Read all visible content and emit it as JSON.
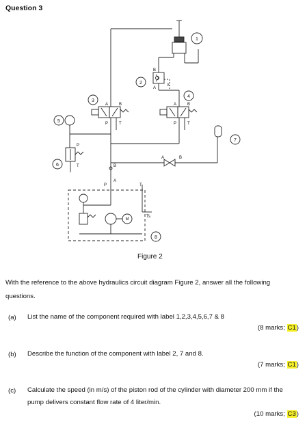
{
  "question": {
    "title": "Question 3"
  },
  "figure": {
    "caption": "Figure 2",
    "callouts": [
      "1",
      "2",
      "3",
      "4",
      "5",
      "6",
      "7",
      "8"
    ],
    "port_labels": {
      "b_top": "B",
      "a_top": "A",
      "x": "X",
      "a3": "A",
      "b3": "B",
      "p3": "P",
      "t3": "T",
      "a4": "A",
      "b4": "B",
      "p4": "P",
      "t4": "T",
      "p6": "P",
      "t6": "T",
      "a_valve": "A",
      "b_valve": "B",
      "b_mid": "B",
      "a_mid": "A",
      "p_pu": "P",
      "t_pu": "T",
      "ts": "Ts",
      "motor": "M"
    }
  },
  "intro": "With the reference to the above hydraulics circuit diagram Figure 2, answer all the following questions.",
  "parts": [
    {
      "label": "(a)",
      "text": "List the name of the component required with label 1,2,3,4,5,6,7 & 8",
      "marks_prefix": "(8 marks; ",
      "code": "C1",
      "marks_suffix": ")"
    },
    {
      "label": "(b)",
      "text": "Describe the function of the component with label 2, 7 and 8.",
      "marks_prefix": "(7 marks; ",
      "code": "C1",
      "marks_suffix": ")"
    },
    {
      "label": "(c)",
      "text": "Calculate the speed (in m/s) of the piston rod of the cylinder with diameter 200 mm if the pump delivers constant flow rate of 4 liter/min.",
      "marks_prefix": "(10 marks; ",
      "code": "C3",
      "marks_suffix": ")"
    }
  ]
}
